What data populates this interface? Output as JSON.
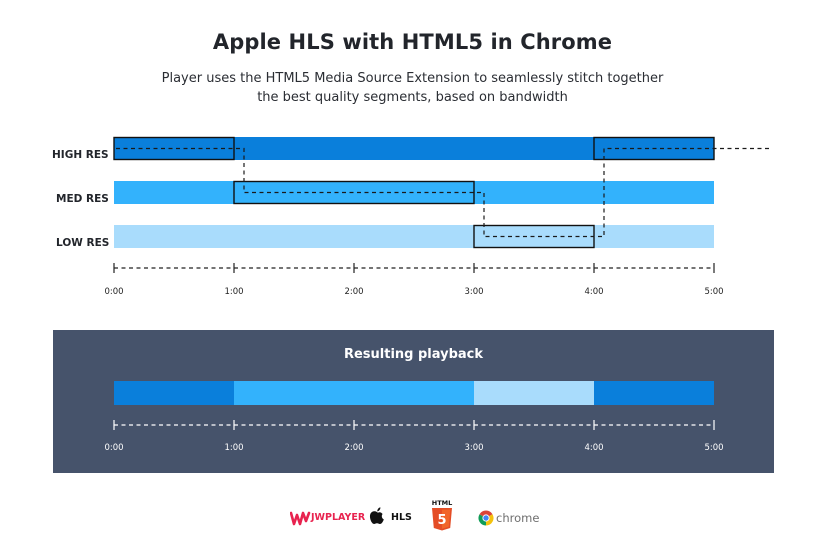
{
  "title": "Apple HLS with HTML5 in Chrome",
  "subtitle": "Player uses the HTML5 Media Source Extension to seamlessly stitch together the best quality segments, based on bandwidth",
  "colors": {
    "high": "#0a7fdb",
    "med": "#33b2fc",
    "low": "#a9dcfc",
    "panel": "#46536b"
  },
  "rows": [
    {
      "key": "high",
      "label": "HIGH RES"
    },
    {
      "key": "med",
      "label": "MED RES"
    },
    {
      "key": "low",
      "label": "LOW RES"
    }
  ],
  "timeline": {
    "ticks": [
      "0:00",
      "1:00",
      "2:00",
      "3:00",
      "4:00",
      "5:00"
    ],
    "minutes": [
      0,
      1,
      2,
      3,
      4,
      5
    ]
  },
  "selected_segments": [
    {
      "row": "high",
      "start": 0,
      "end": 1
    },
    {
      "row": "med",
      "start": 1,
      "end": 3
    },
    {
      "row": "low",
      "start": 3,
      "end": 4
    },
    {
      "row": "high",
      "start": 4,
      "end": 5
    }
  ],
  "playback": {
    "title": "Resulting playback",
    "segments": [
      {
        "quality": "high",
        "start": 0,
        "end": 1
      },
      {
        "quality": "med",
        "start": 1,
        "end": 3
      },
      {
        "quality": "low",
        "start": 3,
        "end": 4
      },
      {
        "quality": "high",
        "start": 4,
        "end": 5
      }
    ]
  },
  "logos": {
    "jwplayer": "JWPLAYER",
    "hls": "HLS",
    "html5": "HTML",
    "html5_number": "5",
    "chrome": "chrome"
  },
  "icons": [
    "jwplayer-logo-icon",
    "apple-icon",
    "html5-shield-icon",
    "chrome-icon"
  ]
}
